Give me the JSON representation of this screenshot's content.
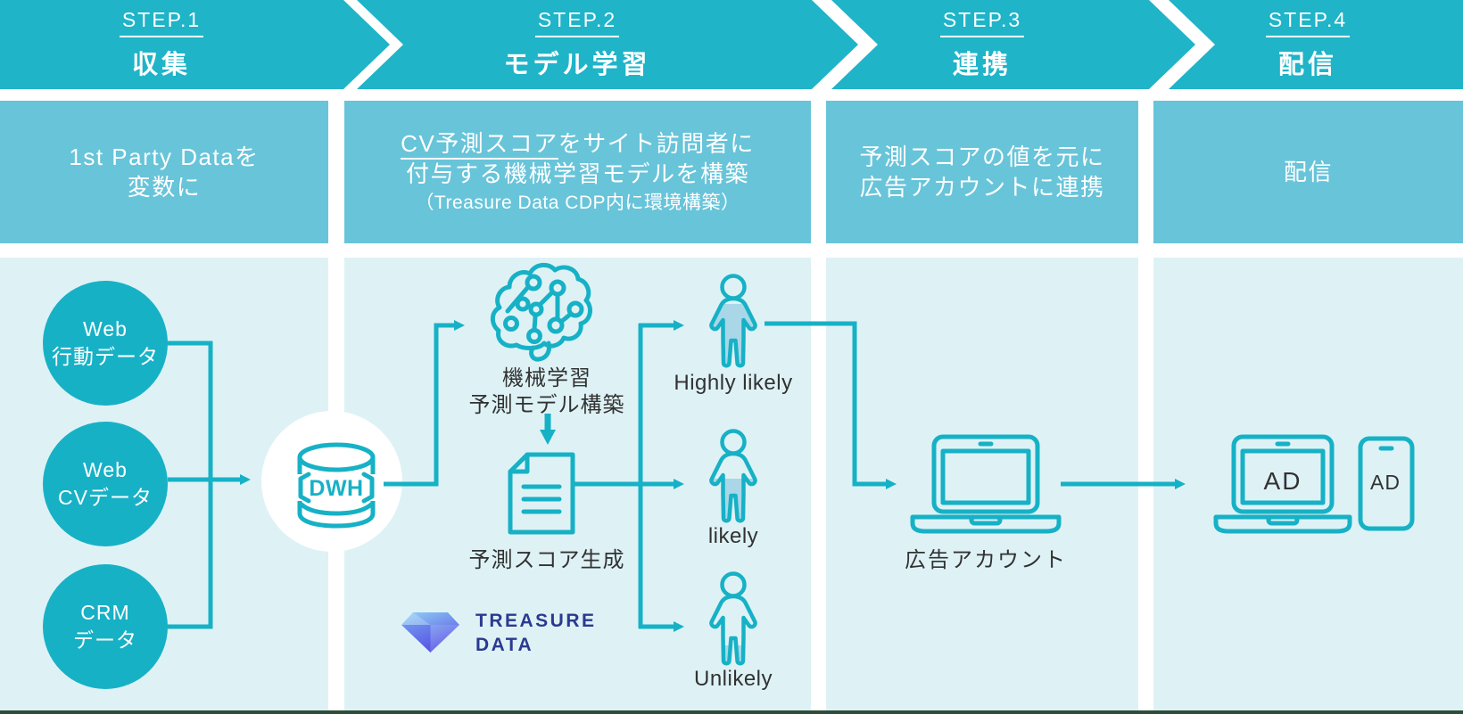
{
  "steps": [
    {
      "label": "STEP.1",
      "title": "収集",
      "desc_lines": [
        "1st Party Dataを",
        "変数に"
      ]
    },
    {
      "label": "STEP.2",
      "title": "モデル学習",
      "desc": {
        "underlined": "CV予測スコア",
        "rest1": "をサイト訪問者に",
        "line2": "付与する機械学習モデルを構築",
        "line3": "（Treasure Data CDP内に環境構築）"
      }
    },
    {
      "label": "STEP.3",
      "title": "連携",
      "desc_lines": [
        "予測スコアの値を元に",
        "広告アカウントに連携"
      ]
    },
    {
      "label": "STEP.4",
      "title": "配信",
      "desc_lines": [
        "配信"
      ]
    }
  ],
  "sources": [
    {
      "line1": "Web",
      "line2": "行動データ"
    },
    {
      "line1": "Web",
      "line2": "CVデータ"
    },
    {
      "line1": "CRM",
      "line2": "データ"
    }
  ],
  "flow": {
    "dwh": "DWH",
    "ml_line1": "機械学習",
    "ml_line2": "予測モデル構築",
    "score_gen": "予測スコア生成",
    "likelihood": [
      "Highly likely",
      "likely",
      "Unlikely"
    ],
    "ad_account": "広告アカウント",
    "ad_laptop": "AD",
    "ad_phone": "AD",
    "logo_line1": "TREASURE",
    "logo_line2": "DATA"
  },
  "icons": {
    "dwh": "database-cylinder-icon",
    "model": "brain-circuit-icon",
    "score": "document-icon",
    "visitor": "person-icon",
    "ad_account": "laptop-icon",
    "delivery_pc": "laptop-icon",
    "delivery_mobile": "smartphone-icon",
    "logo": "diamond-icon"
  },
  "colors": {
    "header_teal": "#1fb4c8",
    "panel_blue": "#68c4d9",
    "body_bg": "#def2f6",
    "accent_teal": "#17b1c6",
    "person_fill": "#a9d7e8",
    "text_dark": "#323232",
    "treasure_navy": "#2b3a90",
    "diamond_from": "#8fd4f4",
    "diamond_to": "#5d54e6",
    "bottom_line": "#2d4d3a"
  }
}
